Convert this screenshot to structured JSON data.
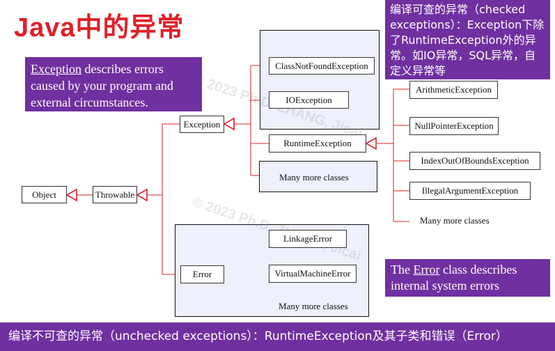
{
  "title": "Java中的异常",
  "notes": {
    "exception_word": "Exception",
    "exception_rest": " describes errors caused by your program and external circumstances.",
    "checked": "编译可查的异常（checked exceptions）：Exception下除了RuntimeException外的异常。如IO异常，SQL异常，自定义异常等",
    "error_prefix": "The ",
    "error_word": "Error",
    "error_rest": " class describes internal system errors",
    "unchecked": "编译不可查的异常（unchecked exceptions）：RuntimeException及其子类和错误（Error）"
  },
  "classes": {
    "object": "Object",
    "throwable": "Throwable",
    "exception": "Exception",
    "error": "Error",
    "class_not_found": "ClassNotFoundException",
    "io": "IOException",
    "runtime": "RuntimeException",
    "many_exception": "Many more classes",
    "arithmetic": "ArithmeticException",
    "null_pointer": "NullPointerException",
    "index_out_of_bounds": "IndexOutOfBoundsException",
    "illegal_argument": "IllegalArgumentException",
    "many_runtime": "Many more classes",
    "linkage": "LinkageError",
    "virtual_machine": "VirtualMachineError",
    "many_error": "Many more classes"
  },
  "watermark": [
    "© 2023 Ph.D. ZHANG, Jicai",
    "© 2023 Ph.D. ZHANG, Jicai"
  ],
  "colors": {
    "title": "#e0202a",
    "note_bg": "#7030a0",
    "arrow": "#e0202a",
    "line": "#e05050"
  }
}
